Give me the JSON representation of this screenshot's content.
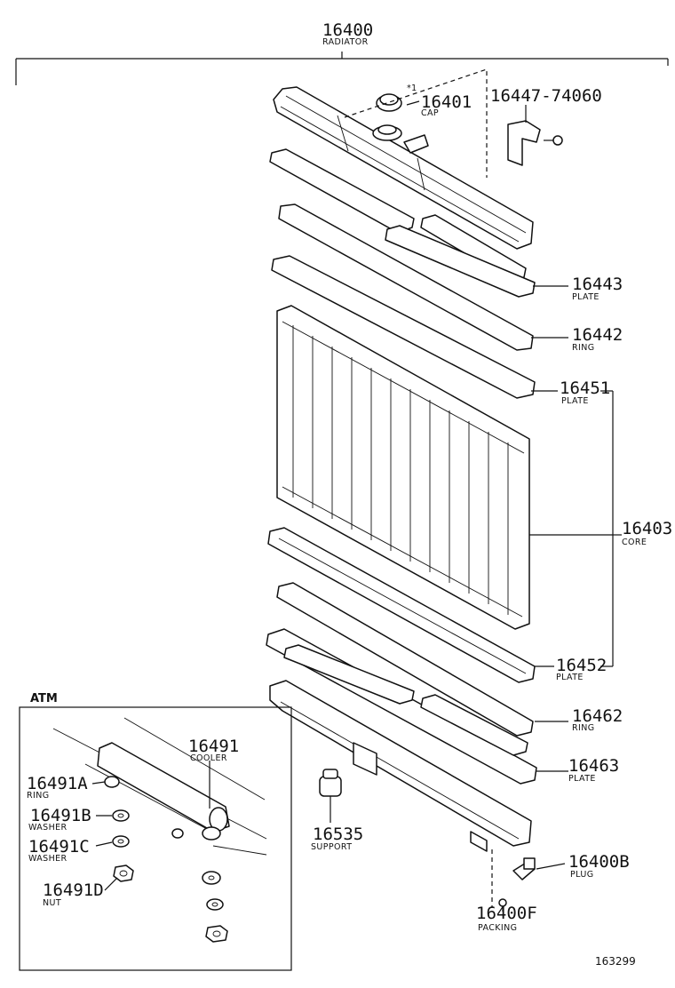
{
  "assembly": {
    "number": "16400",
    "name": "RADIATOR"
  },
  "callouts": [
    {
      "number": "16401",
      "name": "CAP",
      "prefix": "*1"
    },
    {
      "number": "16447-74060",
      "name": ""
    },
    {
      "number": "16443",
      "name": "PLATE"
    },
    {
      "number": "16442",
      "name": "RING"
    },
    {
      "number": "16451",
      "name": "PLATE"
    },
    {
      "number": "16403",
      "name": "CORE"
    },
    {
      "number": "16452",
      "name": "PLATE"
    },
    {
      "number": "16462",
      "name": "RING"
    },
    {
      "number": "16463",
      "name": "PLATE"
    },
    {
      "number": "16535",
      "name": "SUPPORT"
    },
    {
      "number": "16400B",
      "name": "PLUG"
    },
    {
      "number": "16400F",
      "name": "PACKING"
    }
  ],
  "atm": {
    "title": "ATM",
    "callouts": [
      {
        "number": "16491",
        "name": "COOLER"
      },
      {
        "number": "16491A",
        "name": "RING"
      },
      {
        "number": "16491B",
        "name": "WASHER"
      },
      {
        "number": "16491C",
        "name": "WASHER"
      },
      {
        "number": "16491D",
        "name": "NUT"
      }
    ]
  },
  "reference_number": "163299"
}
